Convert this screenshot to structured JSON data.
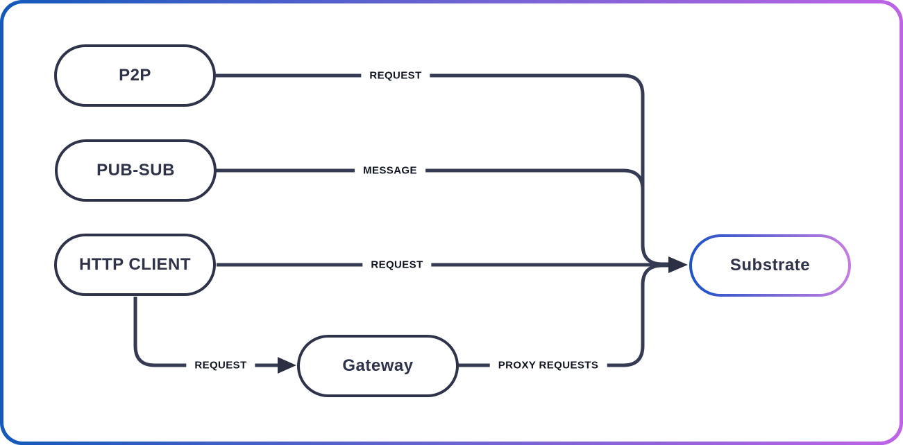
{
  "diagram": {
    "title_hint": "client transports to substrate flow diagram",
    "nodes": {
      "p2p": {
        "label": "P2P"
      },
      "pubsub": {
        "label": "PUB-SUB"
      },
      "http_client": {
        "label": "HTTP CLIENT"
      },
      "gateway": {
        "label": "Gateway"
      },
      "substrate": {
        "label": "Substrate"
      }
    },
    "edges": {
      "p2p_to_substrate": {
        "label": "REQUEST"
      },
      "pubsub_to_substrate": {
        "label": "MESSAGE"
      },
      "http_to_substrate": {
        "label": "REQUEST"
      },
      "http_to_gateway": {
        "label": "REQUEST"
      },
      "gateway_to_substrate": {
        "label": "PROXY REQUESTS"
      }
    },
    "colors": {
      "frame_gradient_start": "#1459bb",
      "frame_gradient_mid": "#6c63d2",
      "frame_gradient_end": "#bd63e6",
      "connector_line": "#363b54",
      "arrowhead": "#2b3044",
      "node_border": "#2e3349",
      "node_text": "#2e3349",
      "edge_label_text": "#111521",
      "substrate_border_gradient_start": "#1c52c8",
      "substrate_border_gradient_end": "#c77de2",
      "background": "#ffffff"
    }
  }
}
